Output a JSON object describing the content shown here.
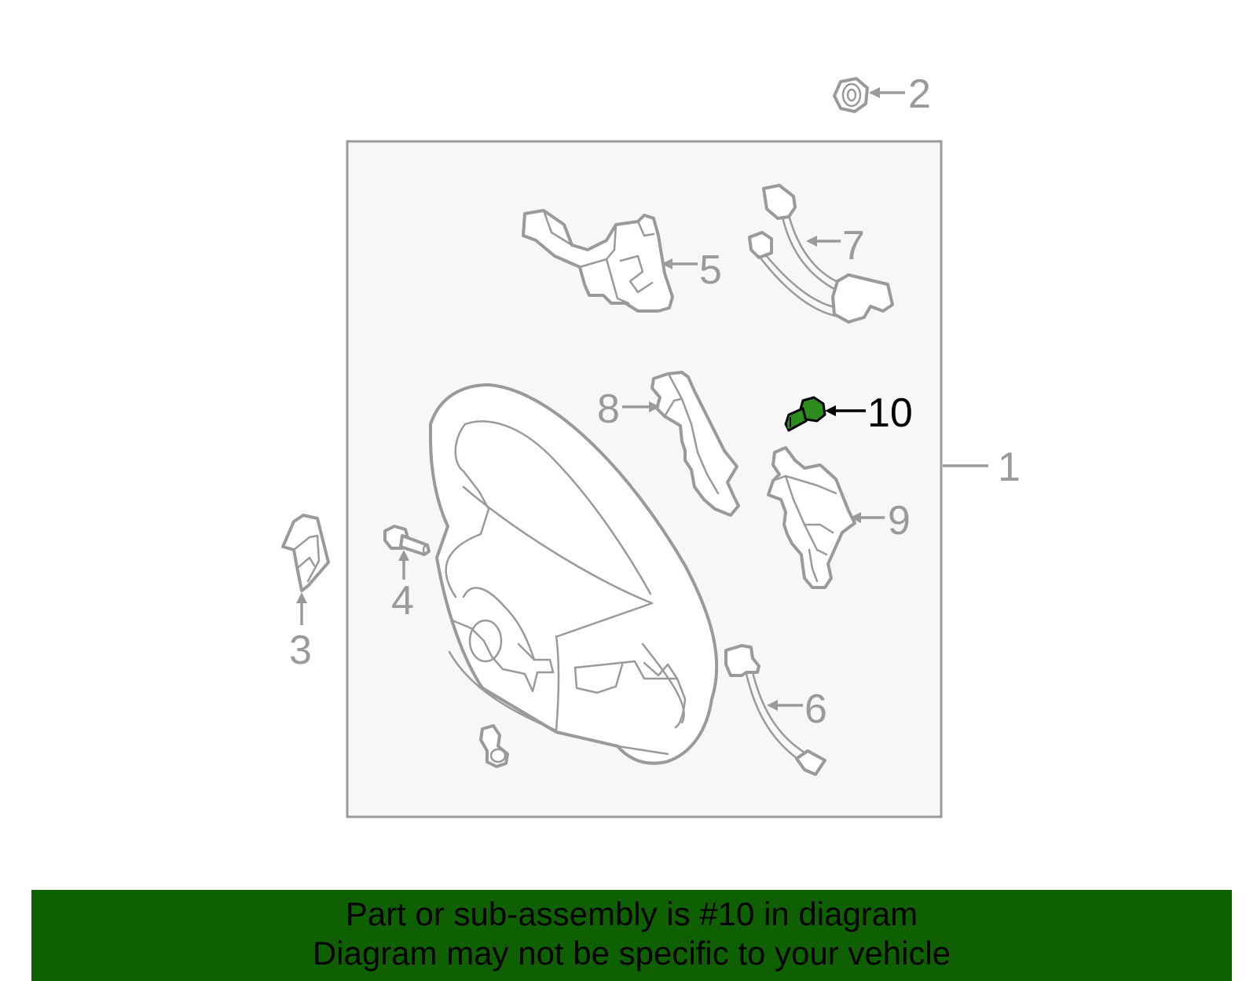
{
  "diagram": {
    "highlighted_part": "10",
    "callouts": [
      "1",
      "2",
      "3",
      "4",
      "5",
      "6",
      "7",
      "8",
      "9",
      "10"
    ],
    "colors": {
      "line": "#9a9a9a",
      "box_fill": "#f7f7f7",
      "highlight_part": "#2e8b1e",
      "banner": "#0f6000",
      "banner_text": "#000000"
    }
  },
  "banner": {
    "line1": "Part or sub-assembly is #10 in diagram",
    "line2": "Diagram may not be specific to your vehicle"
  }
}
